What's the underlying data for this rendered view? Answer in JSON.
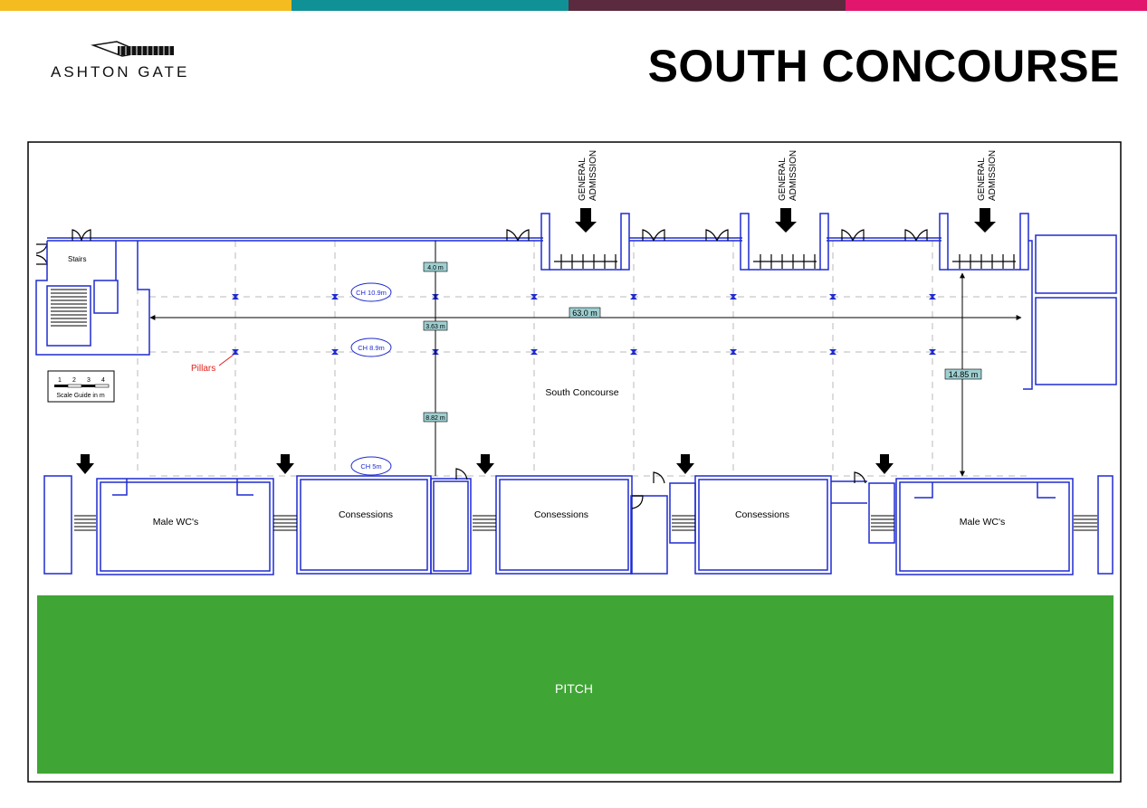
{
  "colors": {
    "stripe_yellow": "#F5BC21",
    "stripe_teal": "#109196",
    "stripe_plum": "#5B2A3E",
    "stripe_pink": "#E3166E",
    "plan_line": "#1F2BD0",
    "pitch_green": "#3FA535",
    "pillars_label": "#E0201B",
    "dimension_box": "#9ECFD1"
  },
  "header": {
    "logo_text": "ASHTON GATE",
    "title": "SOUTH CONCOURSE"
  },
  "plan": {
    "entrances": [
      {
        "line1": "GENERAL",
        "line2": "ADMISSION"
      },
      {
        "line1": "GENERAL",
        "line2": "ADMISSION"
      },
      {
        "line1": "GENERAL",
        "line2": "ADMISSION"
      }
    ],
    "stairs_label": "Stairs",
    "scale_guide": {
      "ticks": [
        "1",
        "2",
        "3",
        "4"
      ],
      "label": "Scale Guide in m"
    },
    "pillars_label": "Pillars",
    "ceiling_heights": [
      "CH 10.9m",
      "CH 8.9m",
      "CH 5m"
    ],
    "dimensions": [
      "4.0 m",
      "3.63 m",
      "63.0 m",
      "8.82 m",
      "14.85 m"
    ],
    "area_label": "South Concourse",
    "rooms": [
      "Male WC's",
      "Consessions",
      "Consessions",
      "Consessions",
      "Male WC's"
    ],
    "pitch_label": "PITCH"
  }
}
